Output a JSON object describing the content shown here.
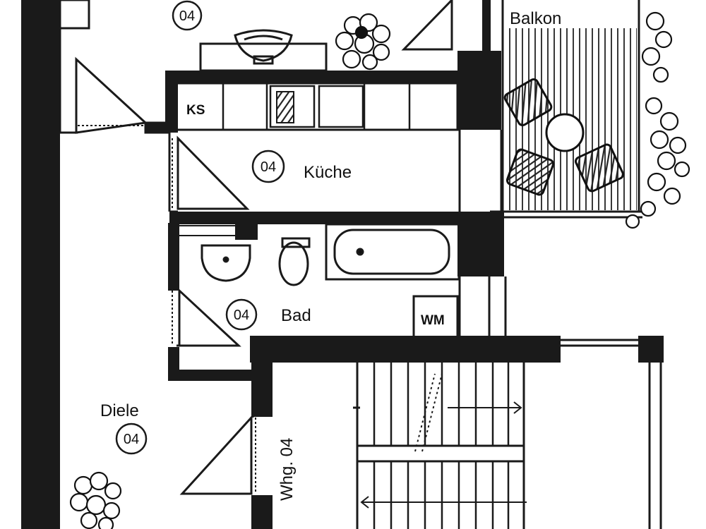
{
  "rooms": {
    "top": {
      "number": "04"
    },
    "balkon": {
      "label": "Balkon"
    },
    "kueche": {
      "label": "Küche",
      "number": "04"
    },
    "bad": {
      "label": "Bad",
      "number": "04"
    },
    "diele": {
      "label": "Diele",
      "number": "04"
    }
  },
  "fixtures": {
    "ks": "KS",
    "wm": "WM"
  },
  "apartment_label": "Whg. 04",
  "icons": [
    "plant-icon",
    "sink-icon",
    "toilet-icon",
    "bathtub-icon",
    "patio-chair-icon",
    "patio-table-icon",
    "stove-icon"
  ]
}
